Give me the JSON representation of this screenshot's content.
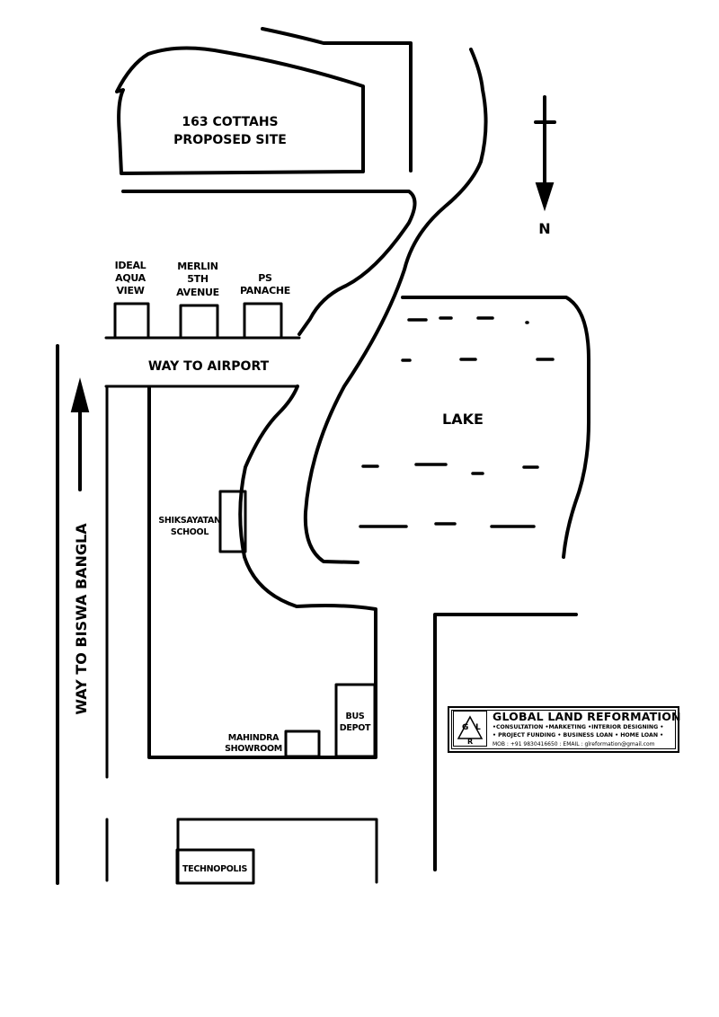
{
  "labels": {
    "proposed_site_line1": "163 COTTAHS",
    "proposed_site_line2": "PROPOSED SITE",
    "north": "N",
    "ideal_line1": "IDEAL",
    "ideal_line2": "AQUA",
    "ideal_line3": "VIEW",
    "merlin_line1": "MERLIN",
    "merlin_line2": "5TH",
    "merlin_line3": "AVENUE",
    "ps_line1": "PS",
    "ps_line2": "PANACHE",
    "way_to_airport": "WAY TO AIRPORT",
    "lake": "LAKE",
    "way_to_biswa_bangla": "WAY TO BISWA BANGLA",
    "school_line1": "SHIKSAYATAN",
    "school_line2": "SCHOOL",
    "bus_line1": "BUS",
    "bus_line2": "DEPOT",
    "mahindra_line1": "MAHINDRA",
    "mahindra_line2": "SHOWROOM",
    "technopolis": "TECHNOPOLIS"
  },
  "company_card": {
    "logo_letters": [
      "G",
      "L",
      "R"
    ],
    "title": "GLOBAL LAND REFORMATION",
    "services_line1": "•CONSULTATION •MARKETING •INTERIOR DESIGNING •",
    "services_line2": "• PROJECT FUNDING • BUSINESS LOAN • HOME LOAN •",
    "contact": "MOB : +91 9830416650 : EMAIL : glreformation@gmail.com"
  }
}
